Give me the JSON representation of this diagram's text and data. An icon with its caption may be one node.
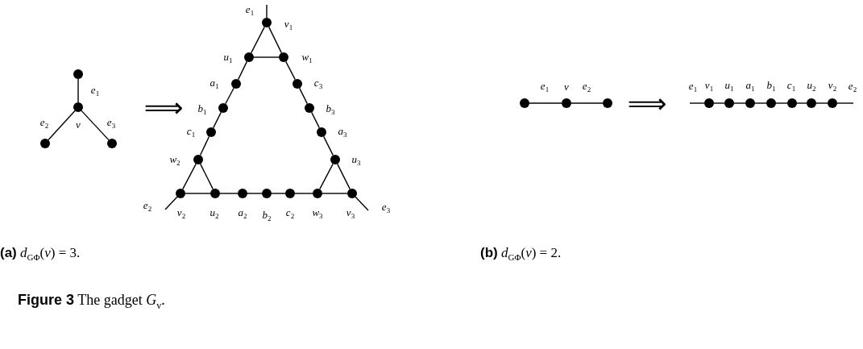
{
  "diagram": {
    "caption": "**Figure 3** The gadget *G*$_{v}$.",
    "nodes": [
      {
        "text": [],
        "shape": "circle"
      },
      {
        "text": [],
        "shape": "circle",
        "beside": [
          "v"
        ]
      },
      {
        "text": [],
        "shape": "circle"
      },
      {
        "text": [],
        "shape": "circle"
      },
      {
        "text": [],
        "shape": "circle",
        "beside": [
          "v$_{1}$"
        ]
      },
      {
        "text": [],
        "shape": "circle",
        "beside": [
          "u$_{1}$"
        ]
      },
      {
        "text": [],
        "shape": "circle",
        "beside": [
          "w$_{1}$"
        ]
      },
      {
        "text": [],
        "shape": "circle",
        "beside": [
          "a$_{1}$"
        ]
      },
      {
        "text": [],
        "shape": "circle",
        "beside": [
          "c$_{3}$"
        ]
      },
      {
        "text": [],
        "shape": "circle",
        "beside": [
          "b$_{1}$"
        ]
      },
      {
        "text": [],
        "shape": "circle",
        "beside": [
          "b$_{3}$"
        ]
      },
      {
        "text": [],
        "shape": "circle",
        "beside": [
          "c$_{1}$"
        ]
      },
      {
        "text": [],
        "shape": "circle",
        "beside": [
          "a$_{3}$"
        ]
      },
      {
        "text": [],
        "shape": "circle",
        "beside": [
          "w$_{2}$"
        ]
      },
      {
        "text": [],
        "shape": "circle",
        "beside": [
          "u$_{3}$"
        ]
      },
      {
        "text": [],
        "shape": "circle",
        "beside": [
          "v$_{2}$"
        ]
      },
      {
        "text": [],
        "shape": "circle",
        "beside": [
          "u$_{2}$"
        ]
      },
      {
        "text": [],
        "shape": "circle",
        "beside": [
          "a$_{2}$"
        ]
      },
      {
        "text": [],
        "shape": "circle",
        "beside": [
          "b$_{2}$"
        ]
      },
      {
        "text": [],
        "shape": "circle",
        "beside": [
          "c$_{2}$"
        ]
      },
      {
        "text": [],
        "shape": "circle",
        "beside": [
          "w$_{3}$"
        ]
      },
      {
        "text": [],
        "shape": "circle",
        "beside": [
          "v$_{3}$"
        ]
      },
      {
        "text": [],
        "shape": "circle"
      },
      {
        "text": [],
        "shape": "circle",
        "beside": [
          "v"
        ]
      },
      {
        "text": [],
        "shape": "circle"
      },
      {
        "text": [],
        "shape": "circle",
        "beside": [
          "v$_{1}$"
        ]
      },
      {
        "text": [],
        "shape": "circle",
        "beside": [
          "u$_{1}$"
        ]
      },
      {
        "text": [],
        "shape": "circle",
        "beside": [
          "a$_{1}$"
        ]
      },
      {
        "text": [],
        "shape": "circle",
        "beside": [
          "b$_{1}$"
        ]
      },
      {
        "text": [],
        "shape": "circle",
        "beside": [
          "c$_{1}$"
        ]
      },
      {
        "text": [],
        "shape": "circle",
        "beside": [
          "u$_{2}$"
        ]
      },
      {
        "text": [],
        "shape": "circle",
        "beside": [
          "v$_{2}$"
        ]
      }
    ],
    "edges": [
      {
        "from": 1,
        "to": 0,
        "arrow": "none",
        "label": "e$_{1}$"
      },
      {
        "from": 1,
        "to": 2,
        "arrow": "none",
        "label": "e$_{2}$"
      },
      {
        "from": 1,
        "to": 3,
        "arrow": "none",
        "label": "e$_{3}$"
      },
      {
        "from": 4,
        "to": null,
        "arrow": "none",
        "label": "e$_{1}$"
      },
      {
        "from": 4,
        "to": 5,
        "arrow": "none"
      },
      {
        "from": 4,
        "to": 6,
        "arrow": "none"
      },
      {
        "from": 5,
        "to": 6,
        "arrow": "none"
      },
      {
        "from": 5,
        "to": 7,
        "arrow": "none"
      },
      {
        "from": 7,
        "to": 9,
        "arrow": "none"
      },
      {
        "from": 9,
        "to": 11,
        "arrow": "none"
      },
      {
        "from": 11,
        "to": 13,
        "arrow": "none"
      },
      {
        "from": 13,
        "to": 15,
        "arrow": "none"
      },
      {
        "from": 13,
        "to": 16,
        "arrow": "none"
      },
      {
        "from": 15,
        "to": 16,
        "arrow": "none"
      },
      {
        "from": 15,
        "to": null,
        "arrow": "none",
        "label": "e$_{2}$"
      },
      {
        "from": 16,
        "to": 17,
        "arrow": "none"
      },
      {
        "from": 17,
        "to": 18,
        "arrow": "none"
      },
      {
        "from": 18,
        "to": 19,
        "arrow": "none"
      },
      {
        "from": 19,
        "to": 20,
        "arrow": "none"
      },
      {
        "from": 20,
        "to": 21,
        "arrow": "none"
      },
      {
        "from": 20,
        "to": 14,
        "arrow": "none"
      },
      {
        "from": 14,
        "to": 21,
        "arrow": "none"
      },
      {
        "from": 21,
        "to": null,
        "arrow": "none",
        "label": "e$_{3}$"
      },
      {
        "from": 14,
        "to": 12,
        "arrow": "none"
      },
      {
        "from": 12,
        "to": 10,
        "arrow": "none"
      },
      {
        "from": 10,
        "to": 8,
        "arrow": "none"
      },
      {
        "from": 8,
        "to": 6,
        "arrow": "none"
      },
      {
        "from": 22,
        "to": 23,
        "arrow": "none",
        "label": "e$_{1}$"
      },
      {
        "from": 23,
        "to": 24,
        "arrow": "none",
        "label": "e$_{2}$"
      },
      {
        "from": null,
        "to": 25,
        "arrow": "none",
        "label": "e$_{1}$"
      },
      {
        "from": 25,
        "to": 26,
        "arrow": "none"
      },
      {
        "from": 26,
        "to": 27,
        "arrow": "none"
      },
      {
        "from": 27,
        "to": 28,
        "arrow": "none"
      },
      {
        "from": 28,
        "to": 29,
        "arrow": "none"
      },
      {
        "from": 29,
        "to": 30,
        "arrow": "none"
      },
      {
        "from": 30,
        "to": 31,
        "arrow": "none"
      },
      {
        "from": 31,
        "to": null,
        "arrow": "none",
        "label": "e$_{2}$"
      }
    ],
    "labels": [
      "⟹",
      "⟹",
      "**(a)** *d*$_{GΦ}$(*v*) = 3.",
      "**(b)** *d*$_{GΦ}$(*v*) = 2."
    ]
  }
}
